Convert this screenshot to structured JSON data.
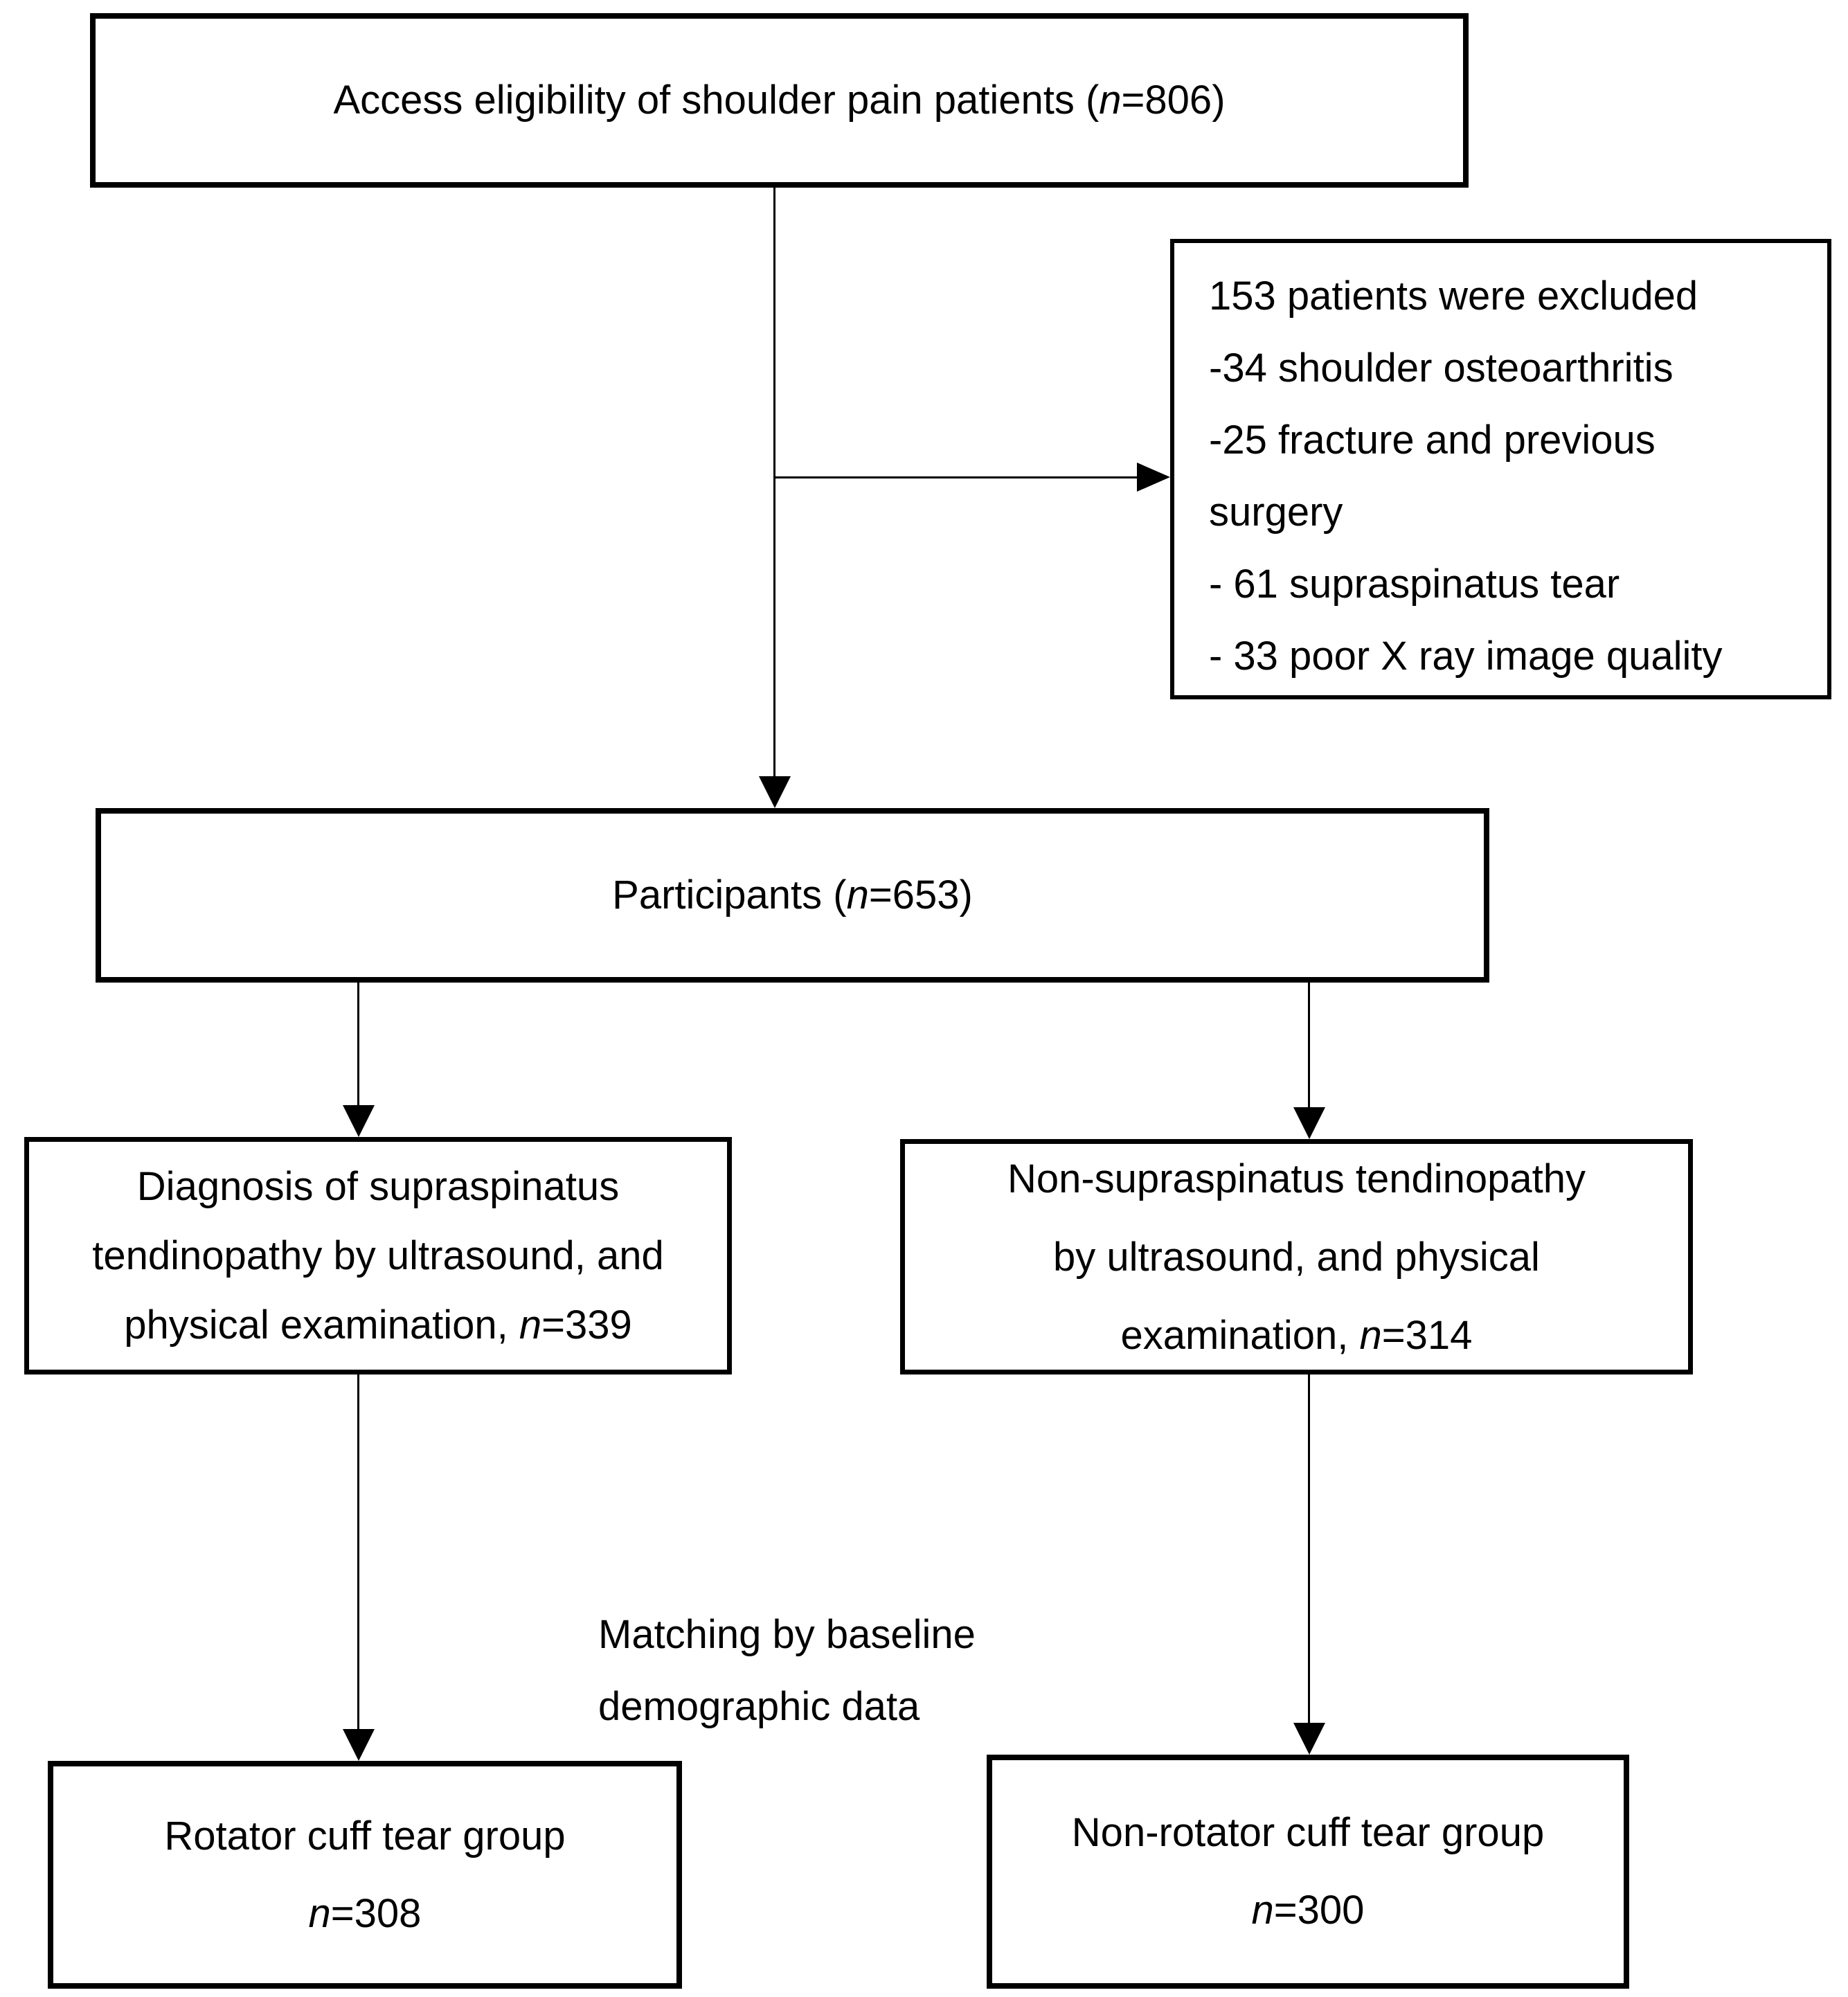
{
  "colors": {
    "ink": "#000000",
    "background": "#ffffff"
  },
  "boxes": {
    "eligibility": {
      "lines": [
        [
          {
            "text": "Access eligibility of shoulder pain patients ("
          },
          {
            "text": "n",
            "italic": true
          },
          {
            "text": "=806)"
          }
        ]
      ]
    },
    "excluded": {
      "lines": [
        [
          {
            "text": "153 patients were excluded"
          }
        ],
        [
          {
            "text": "-34 shoulder osteoarthritis"
          }
        ],
        [
          {
            "text": "-25 fracture and previous"
          }
        ],
        [
          {
            "text": "surgery"
          }
        ],
        [
          {
            "text": "- 61 supraspinatus tear"
          }
        ],
        [
          {
            "text": "- 33 poor X ray image quality"
          }
        ]
      ]
    },
    "participants": {
      "lines": [
        [
          {
            "text": "Participants ("
          },
          {
            "text": "n",
            "italic": true
          },
          {
            "text": "=653)"
          }
        ]
      ]
    },
    "diagnosis": {
      "lines": [
        [
          {
            "text": "Diagnosis of supraspinatus"
          }
        ],
        [
          {
            "text": "tendinopathy by ultrasound, and"
          }
        ],
        [
          {
            "text": "physical examination, "
          },
          {
            "text": "n",
            "italic": true
          },
          {
            "text": "=339"
          }
        ]
      ]
    },
    "non_supraspinatus": {
      "lines": [
        [
          {
            "text": "Non-supraspinatus tendinopathy"
          }
        ],
        [
          {
            "text": "by ultrasound, and physical"
          }
        ],
        [
          {
            "text": "examination, "
          },
          {
            "text": "n",
            "italic": true
          },
          {
            "text": "=314"
          }
        ]
      ]
    },
    "rotator_cuff_tear": {
      "lines": [
        [
          {
            "text": "Rotator cuff tear group"
          }
        ],
        [
          {
            "text": "n",
            "italic": true
          },
          {
            "text": "=308"
          }
        ]
      ]
    },
    "non_rotator_cuff_tear": {
      "lines": [
        [
          {
            "text": "Non-rotator cuff tear group"
          }
        ],
        [
          {
            "text": "n",
            "italic": true
          },
          {
            "text": "=300"
          }
        ]
      ]
    }
  },
  "labels": {
    "matching": {
      "lines": [
        [
          {
            "text": "Matching by baseline"
          }
        ],
        [
          {
            "text": "demographic data"
          }
        ]
      ]
    }
  }
}
